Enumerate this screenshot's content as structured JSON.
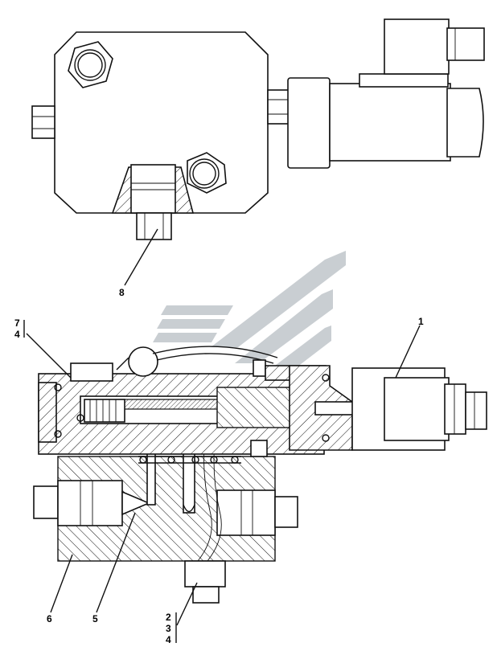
{
  "callouts": {
    "c8": "8",
    "c74_top": "7",
    "c74_bottom": "4",
    "c1": "1",
    "c6": "6",
    "c5": "5",
    "c234_a": "2",
    "c234_b": "3",
    "c234_c": "4"
  },
  "colors": {
    "line": "#111111",
    "watermark": "#c9ced2",
    "background": "#ffffff"
  }
}
